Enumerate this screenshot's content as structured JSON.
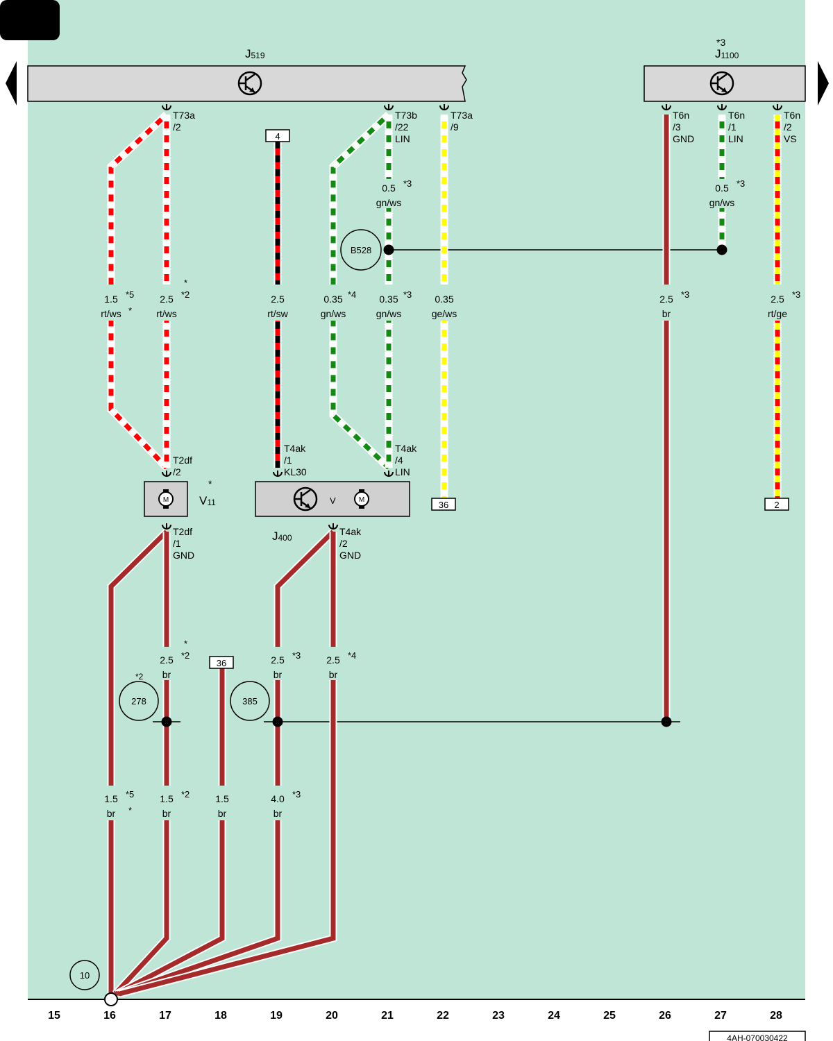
{
  "header": {
    "j519": {
      "letter": "J",
      "sub": "519"
    },
    "j1100": {
      "note": "*3",
      "letter": "J",
      "sub": "1100"
    }
  },
  "components": {
    "v11": {
      "letter": "V",
      "sub": "11",
      "note": "*"
    },
    "j400": {
      "letter": "J",
      "sub": "400",
      "mid": "V"
    },
    "motor_symbol": "M"
  },
  "pins": {
    "t73a_2": [
      "T73a",
      "/2"
    ],
    "t73b_22": [
      "T73b",
      "/22",
      "LIN"
    ],
    "t73a_9": [
      "T73a",
      "/9"
    ],
    "t6n_3": [
      "T6n",
      "/3",
      "GND"
    ],
    "t6n_1": [
      "T6n",
      "/1",
      "LIN"
    ],
    "t6n_2": [
      "T6n",
      "/2",
      "VS"
    ],
    "t2df_2": [
      "T2df",
      "/2"
    ],
    "t2df_1": [
      "T2df",
      "/1",
      "GND"
    ],
    "t4ak_1": [
      "T4ak",
      "/1",
      "KL30"
    ],
    "t4ak_4": [
      "T4ak",
      "/4",
      "LIN"
    ],
    "t4ak_2": [
      "T4ak",
      "/2",
      "GND"
    ]
  },
  "wire_labels": [
    {
      "size": "1.5",
      "color": "rt/ws",
      "note": "*5",
      "note2": "*"
    },
    {
      "size": "2.5",
      "color": "rt/ws",
      "note": "*2",
      "note2": "*"
    },
    {
      "size": "2.5",
      "color": "rt/sw"
    },
    {
      "size": "0.35",
      "color": "gn/ws",
      "note": "*4"
    },
    {
      "size": "0.35",
      "color": "gn/ws",
      "note": "*3"
    },
    {
      "size": "0.35",
      "color": "ge/ws"
    },
    {
      "size": "0.5",
      "color": "gn/ws",
      "note": "*3"
    },
    {
      "size": "2.5",
      "color": "br",
      "note": "*3"
    },
    {
      "size": "0.5",
      "color": "gn/ws",
      "note": "*3"
    },
    {
      "size": "2.5",
      "color": "rt/ge",
      "note": "*3"
    },
    {
      "size": "2.5",
      "color": "br",
      "note": "*2",
      "note2": "*"
    },
    {
      "size": "2.5",
      "color": "br",
      "note": "*3"
    },
    {
      "size": "2.5",
      "color": "br",
      "note": "*4"
    },
    {
      "size": "1.5",
      "color": "br",
      "note": "*5",
      "note2": "*"
    },
    {
      "size": "1.5",
      "color": "br",
      "note": "*2"
    },
    {
      "size": "1.5",
      "color": "br"
    },
    {
      "size": "4.0",
      "color": "br",
      "note": "*3"
    }
  ],
  "refs": {
    "r4": "4",
    "r36a": "36",
    "r2": "2",
    "r36b": "36"
  },
  "connections": {
    "b528": "B528",
    "c278": "278",
    "c278_note": "*2",
    "c385": "385",
    "ground": "10"
  },
  "columns": [
    "15",
    "16",
    "17",
    "18",
    "19",
    "20",
    "21",
    "22",
    "23",
    "24",
    "25",
    "26",
    "27",
    "28"
  ],
  "footer_code": "4AH-070030422",
  "wire_colors": {
    "br": "#a52a2a",
    "rt": "#ff0000",
    "ws": "#ffffff",
    "sw": "#000000",
    "gn": "#138a13",
    "ge": "#ffff00"
  },
  "colors": {
    "background": "#bfe5d7",
    "module_fill": "#d8d8d8",
    "component_fill": "#d0d0d0",
    "header_tab": "#000000"
  },
  "icons": [
    "transistor-icon",
    "motor-icon",
    "nav-left-icon",
    "nav-right-icon"
  ]
}
